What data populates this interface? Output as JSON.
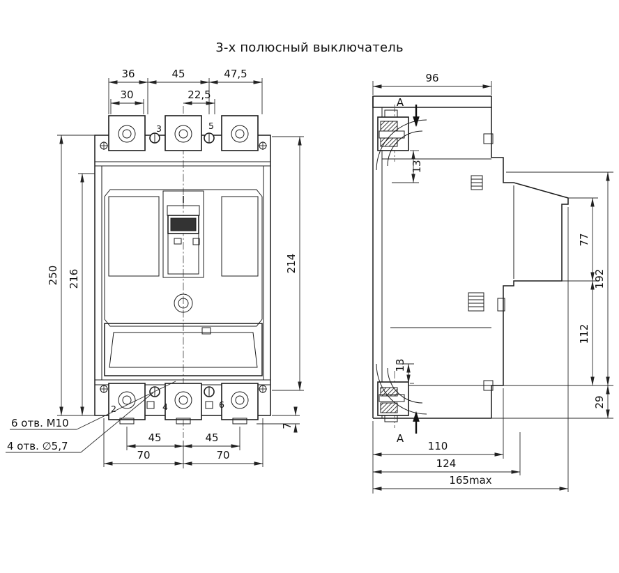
{
  "title": "3-х полюсный выключатель",
  "front_view": {
    "top_dims": {
      "w36": "36",
      "w45": "45",
      "w47_5": "47,5",
      "w30": "30",
      "w22_5": "22,5"
    },
    "left_dims": {
      "h250": "250",
      "h216": "216"
    },
    "right_dims": {
      "h214": "214",
      "h7": "7"
    },
    "bottom_dims": {
      "w45_left": "45",
      "w45_right": "45",
      "w70_left": "70",
      "w70_right": "70"
    },
    "pole_numbers": {
      "p3": "3",
      "p5": "5",
      "p2": "2",
      "p4": "4",
      "p6": "6"
    },
    "callouts": {
      "holes_m10": "6 отв. М10",
      "holes_d57": "4 отв. ∅5,7"
    }
  },
  "side_view": {
    "top_dims": {
      "w96": "96"
    },
    "section": {
      "label_top": "A",
      "label_bottom": "A"
    },
    "terminal_dims": {
      "h13_top": "13",
      "h13_bottom": "13"
    },
    "right_dims": {
      "h77": "77",
      "h192": "192",
      "h112": "112",
      "h29": "29"
    },
    "bottom_dims": {
      "w110": "110",
      "w124": "124",
      "w165": "165max"
    }
  }
}
